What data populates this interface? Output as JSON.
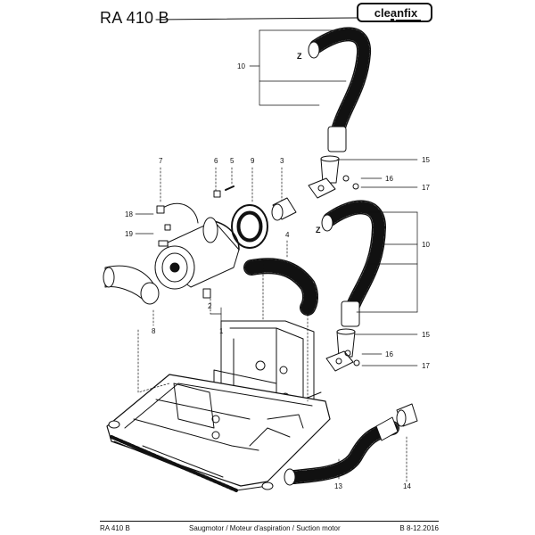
{
  "header": {
    "title": "RA 410 B",
    "logo_text": "cleanfix",
    "logo_subtext": "Swiss Made Solutions"
  },
  "callouts": {
    "c1": "1",
    "c2": "2",
    "c3": "3",
    "c4": "4",
    "c5": "5",
    "c6": "6",
    "c7": "7",
    "c8": "8",
    "c9": "9",
    "c10a": "10",
    "c10b": "10",
    "c13": "13",
    "c14": "14",
    "c15a": "15",
    "c15b": "15",
    "c16a": "16",
    "c16b": "16",
    "c17a": "17",
    "c17b": "17",
    "c18": "18",
    "c19": "19",
    "za": "Z",
    "zb": "Z"
  },
  "footer": {
    "model": "RA 410 B",
    "description": "Saugmotor / Moteur d'aspiration / Suction motor",
    "doc_ref": "B 8-12.2016"
  },
  "colors": {
    "ink": "#111111",
    "paper": "#ffffff",
    "fill_gray": "#cfcfcf"
  }
}
